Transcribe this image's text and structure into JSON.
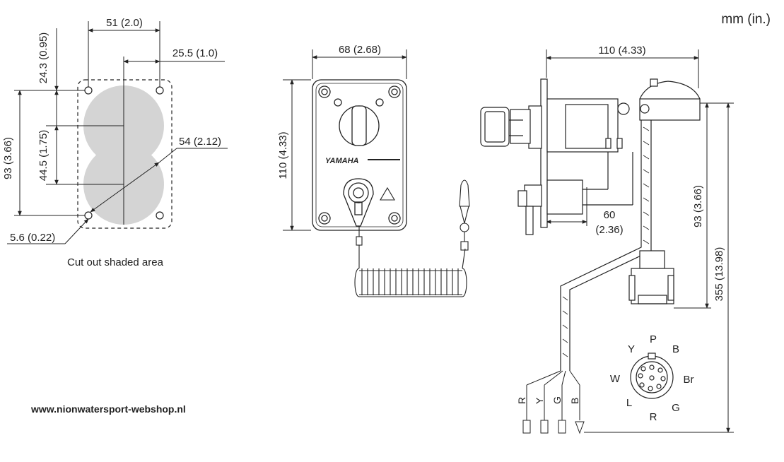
{
  "units": "mm (in.)",
  "website": "www.nionwatersport-webshop.nl",
  "cutout": {
    "caption": "Cut out shaded area",
    "dim_width": "51 (2.0)",
    "dim_half_width": "25.5 (1.0)",
    "dim_top_offset": "24.3 (0.95)",
    "dim_center_spacing": "44.5 (1.75)",
    "dim_height": "93 (3.66)",
    "dim_diameter": "54 (2.12)",
    "dim_hole": "5.6 (0.22)",
    "shade_color": "#d4d4d4"
  },
  "panel": {
    "dim_width": "68 (2.68)",
    "dim_height": "110 (4.33)",
    "logo": "YAMAHA"
  },
  "side_view": {
    "dim_depth": "110 (4.33)",
    "dim_harness_height": "93 (3.66)",
    "dim_total_length": "355 (13.98)",
    "dim_switch": "60",
    "dim_switch_in": "(2.36)",
    "wire_labels": [
      "R",
      "Y",
      "G",
      "B"
    ]
  },
  "connector_pins": {
    "top": "P",
    "top_left": "Y",
    "top_right": "B",
    "left": "W",
    "right": "Br",
    "bottom_left": "L",
    "bottom": "R",
    "bottom_right": "G"
  }
}
